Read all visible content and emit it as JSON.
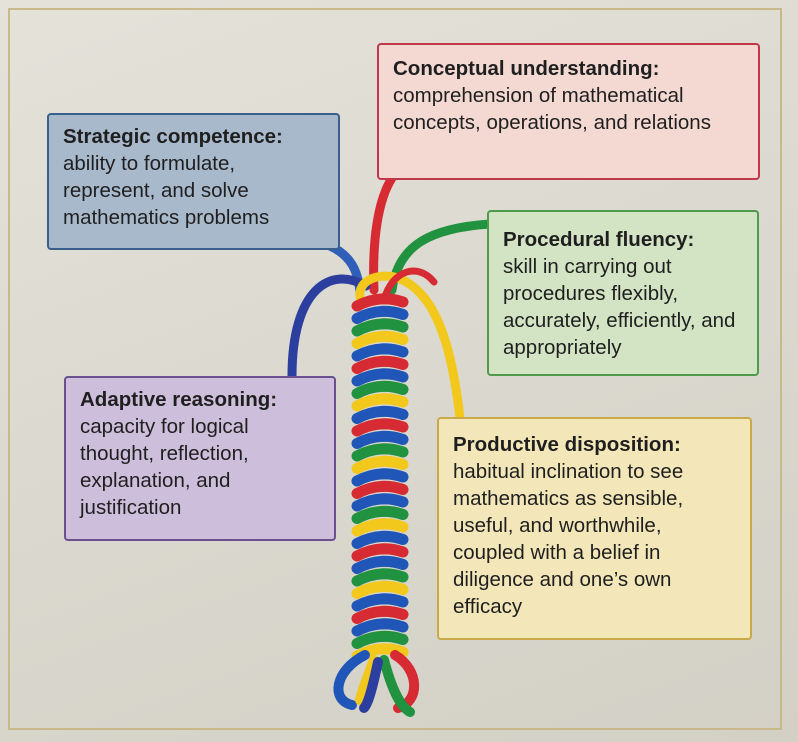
{
  "colors": {
    "red": "#d62b33",
    "blue": "#1f56b8",
    "green": "#21923f",
    "yellow": "#f2c81d",
    "purple": "#2f4aa8"
  },
  "strands": {
    "conceptual_understanding": {
      "title": "Conceptual understanding:",
      "description": "comprehension of mathematical concepts, operations, and relations"
    },
    "strategic_competence": {
      "title": "Strategic competence:",
      "description": "ability to formulate, represent, and solve mathematics problems"
    },
    "procedural_fluency": {
      "title": "Procedural fluency:",
      "description": "skill in carrying out procedures flexibly, accurately, efficiently, and appropriately"
    },
    "adaptive_reasoning": {
      "title": "Adaptive reasoning:",
      "description": "capacity for logical thought, reflection, explanation, and justification"
    },
    "productive_disposition": {
      "title": "Productive disposition:",
      "description": "habitual inclination to see mathematics as sensible, useful, and worthwhile, coupled with a belief in diligence and one’s own efficacy"
    }
  }
}
